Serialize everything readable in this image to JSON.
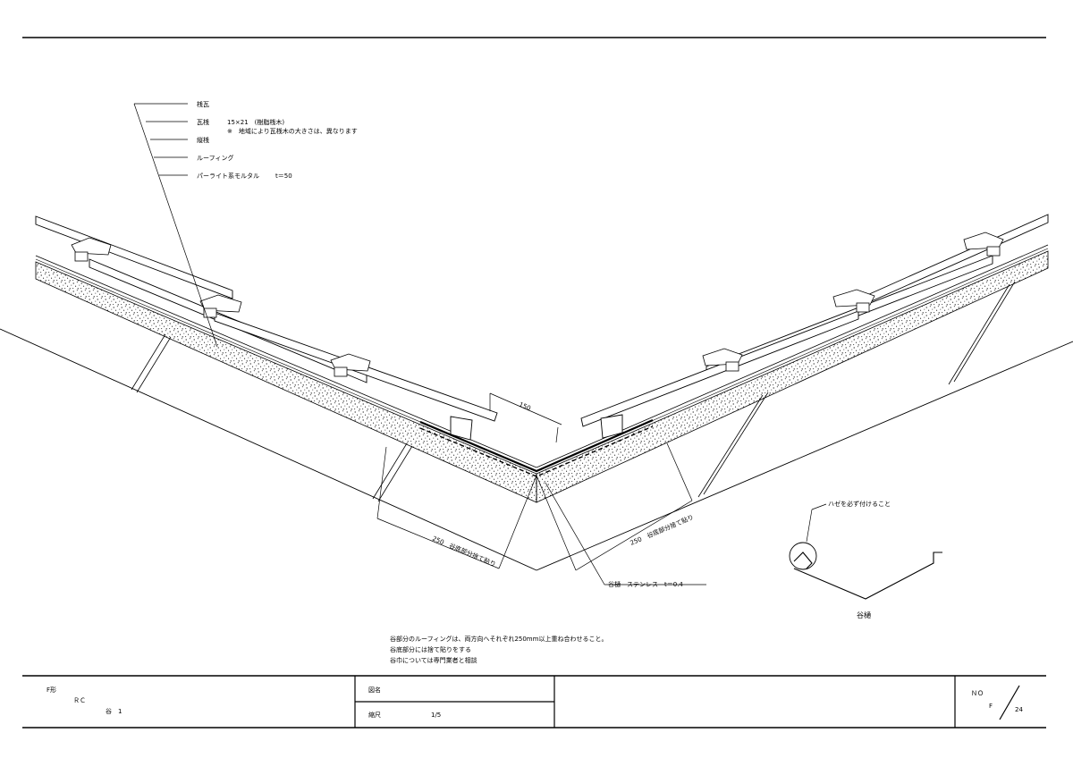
{
  "callouts": {
    "item1": "桟瓦",
    "item2_name": "瓦桟",
    "item2_spec": "15×21　(樹脂桟木)",
    "item2_note": "※　地域により瓦桟木の大きさは、異なります",
    "item3": "縦桟",
    "item4": "ルーフィング",
    "item5_name": "パーライト系モルタル",
    "item5_spec": "t＝50"
  },
  "dimensions": {
    "top_width": "150",
    "left_overlap": "250　谷底部分捨て貼り",
    "right_overlap": "250　谷底部分捨て貼り"
  },
  "valley_material": "谷樋　ステンレス　t＝0.4",
  "detail": {
    "note": "ハゼを必ず付けること",
    "title": "谷樋"
  },
  "notes": [
    "谷部分のルーフィングは、両方向へそれぞれ250mm以上重ね合わせること。",
    "谷底部分には捨て貼りをする",
    "谷巾については専門業者と相談"
  ],
  "title_block": {
    "shape": "F形",
    "structure": "ＲＣ",
    "part": "谷　1",
    "drawing_name_label": "図名",
    "scale_label": "縮尺",
    "scale_value": "1/5",
    "no_label": "ＮＯ",
    "no_series": "F",
    "no_number": "24"
  }
}
